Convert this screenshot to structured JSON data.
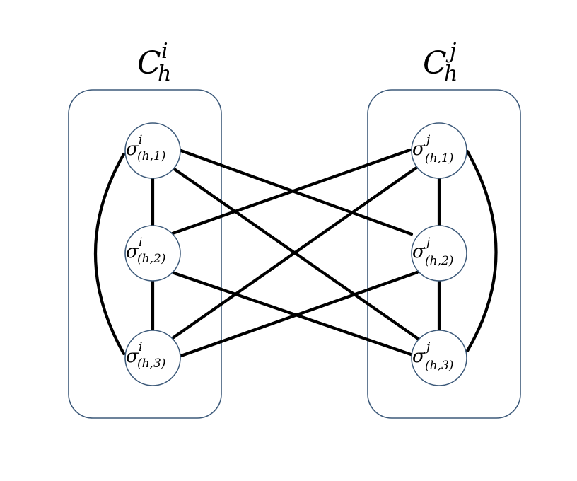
{
  "clusters": [
    {
      "id": "i",
      "base": "C",
      "sub": "h",
      "sup": "i",
      "nodes": [
        {
          "sym": "σ",
          "sup": "i",
          "sub": "(h,1)"
        },
        {
          "sym": "σ",
          "sup": "i",
          "sub": "(h,2)"
        },
        {
          "sym": "σ",
          "sup": "i",
          "sub": "(h,3)"
        }
      ]
    },
    {
      "id": "j",
      "base": "C",
      "sub": "h",
      "sup": "j",
      "nodes": [
        {
          "sym": "σ",
          "sup": "j",
          "sub": "(h,1)"
        },
        {
          "sym": "σ",
          "sup": "j",
          "sub": "(h,2)"
        },
        {
          "sym": "σ",
          "sup": "j",
          "sub": "(h,3)"
        }
      ]
    }
  ],
  "colors": {
    "box": "#3d5a7a",
    "edge": "#000000"
  }
}
